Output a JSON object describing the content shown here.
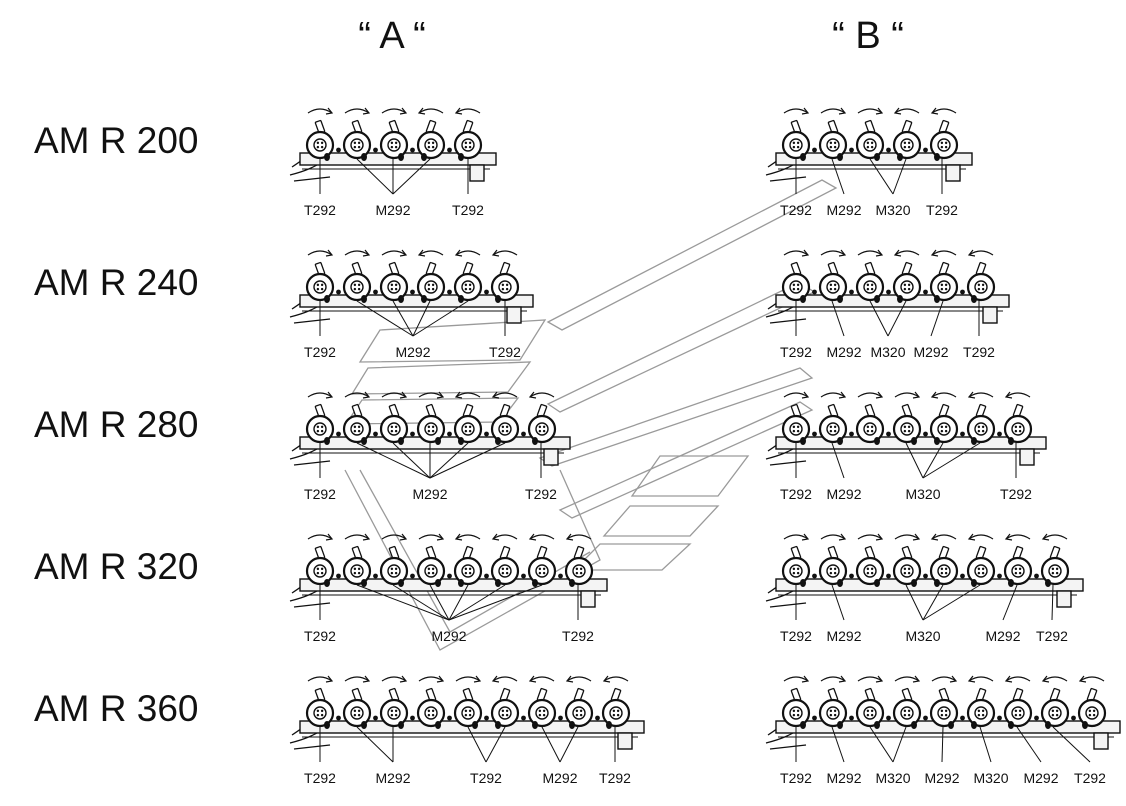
{
  "columns": [
    {
      "title": "“ A “"
    },
    {
      "title": "“ B “"
    }
  ],
  "rows": [
    {
      "model": "AM R 200",
      "A": {
        "discs": 5,
        "labels": [
          "T292",
          "M292",
          "T292"
        ]
      },
      "B": {
        "discs": 5,
        "labels": [
          "T292",
          "M292",
          "M320",
          "T292"
        ]
      }
    },
    {
      "model": "AM R 240",
      "A": {
        "discs": 6,
        "labels": [
          "T292",
          "M292",
          "T292"
        ]
      },
      "B": {
        "discs": 6,
        "labels": [
          "T292",
          "M292",
          "M320",
          "M292",
          "T292"
        ]
      }
    },
    {
      "model": "AM R 280",
      "A": {
        "discs": 7,
        "labels": [
          "T292",
          "M292",
          "T292"
        ]
      },
      "B": {
        "discs": 7,
        "labels": [
          "T292",
          "M292",
          "M320",
          "T292"
        ]
      }
    },
    {
      "model": "AM R 320",
      "A": {
        "discs": 8,
        "labels": [
          "T292",
          "M292",
          "T292"
        ]
      },
      "B": {
        "discs": 8,
        "labels": [
          "T292",
          "M292",
          "M320",
          "M292",
          "T292"
        ]
      }
    },
    {
      "model": "AM R 360",
      "A": {
        "discs": 9,
        "labels": [
          "T292",
          "M292",
          "T292",
          "M292",
          "T292"
        ]
      },
      "B": {
        "discs": 9,
        "labels": [
          "T292",
          "M292",
          "M320",
          "M292",
          "M320",
          "M292",
          "T292"
        ]
      }
    }
  ]
}
